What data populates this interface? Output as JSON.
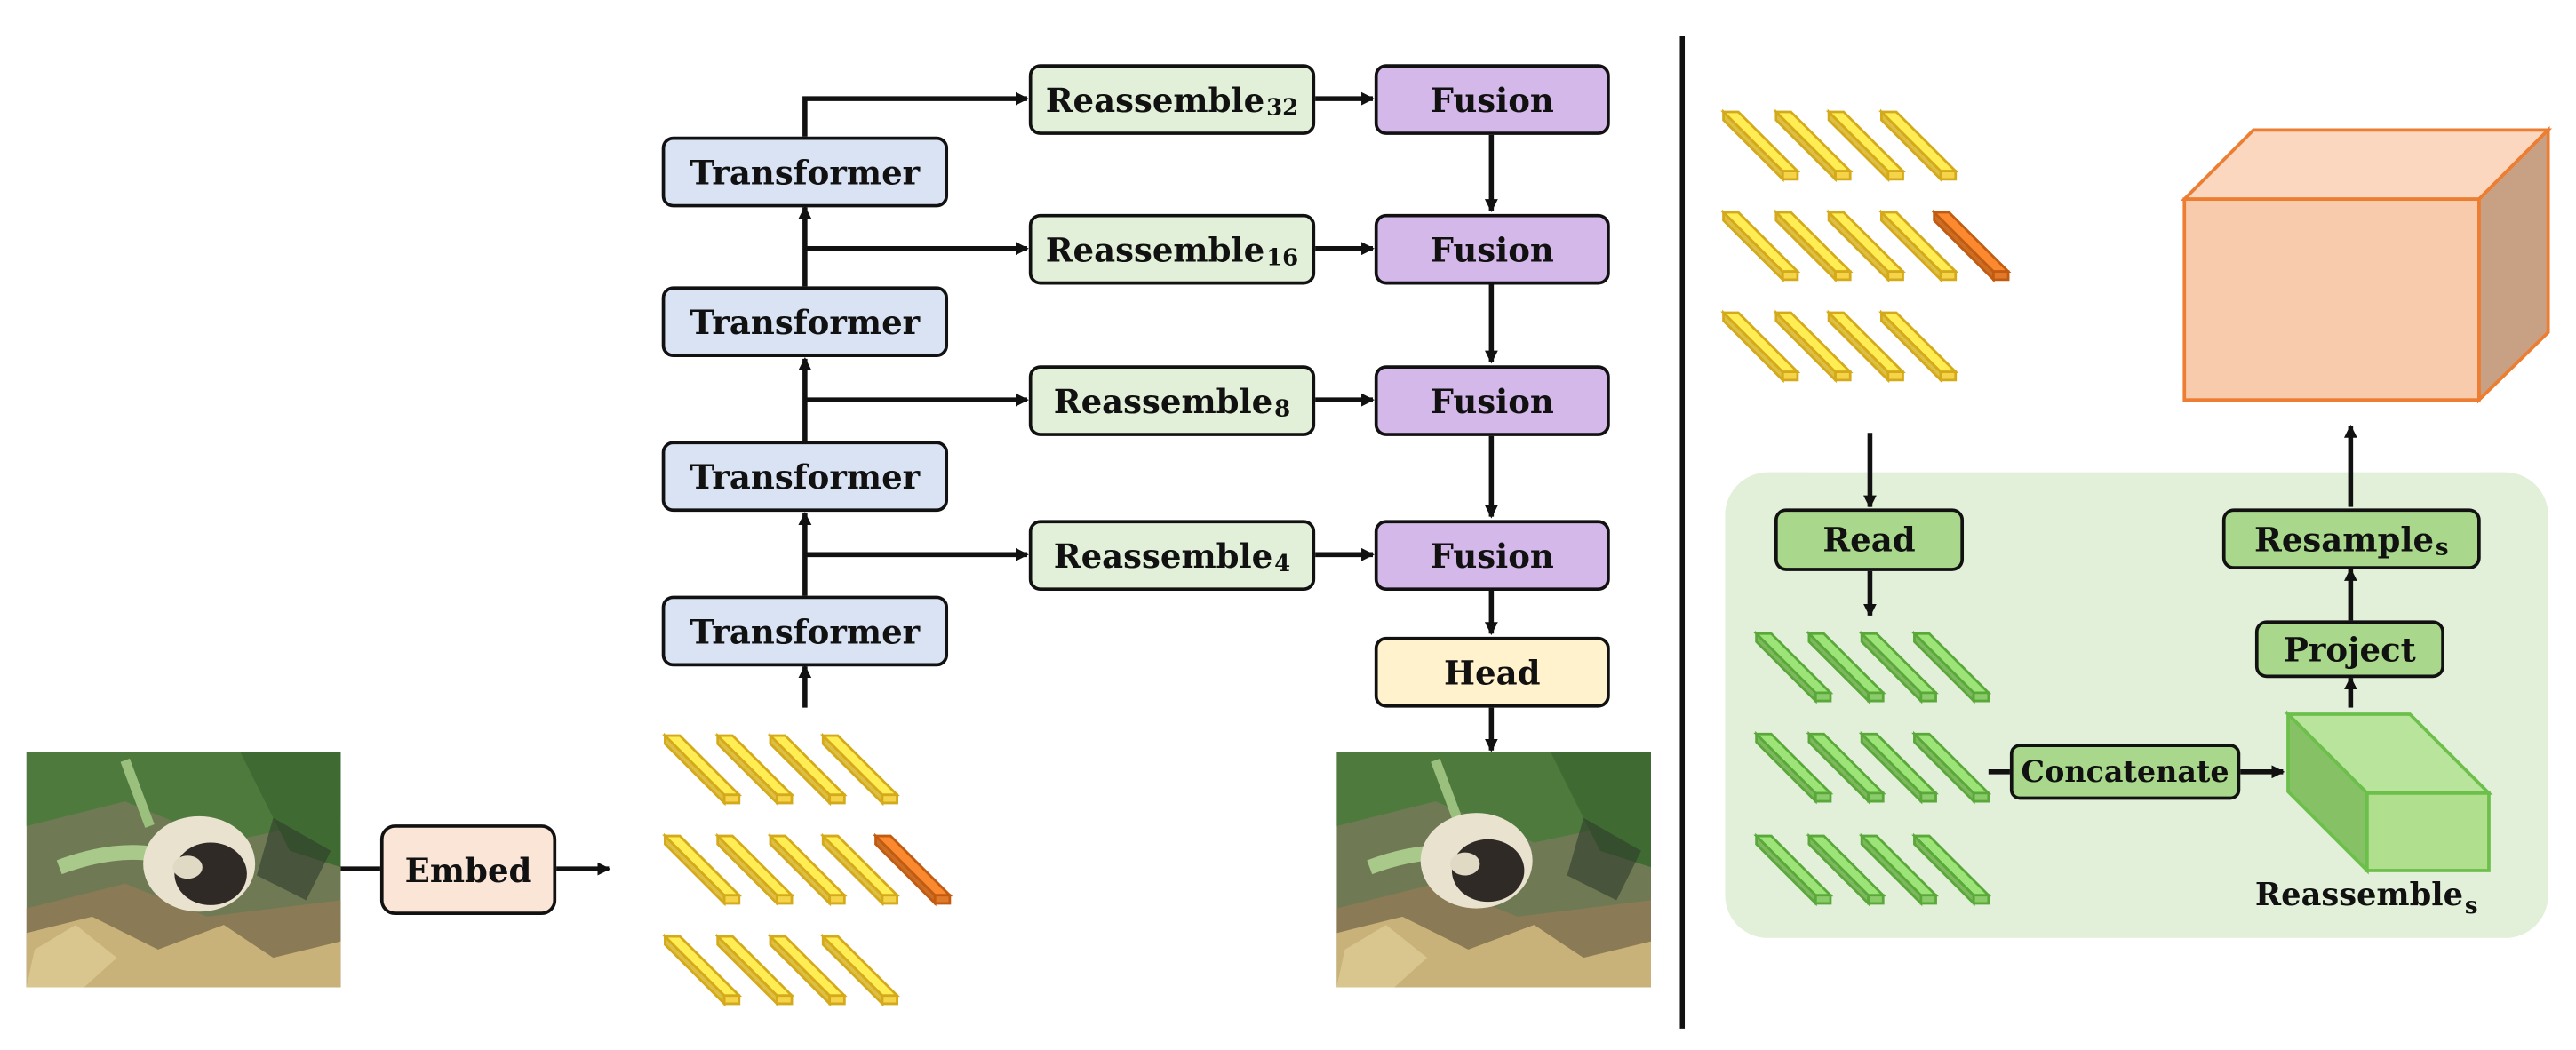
{
  "left_panel": {
    "embed_label": "Embed",
    "transformer_label": "Transformer",
    "reassemble_label": "Reassemble",
    "reassemble_scales": [
      "32",
      "16",
      "8",
      "4"
    ],
    "fusion_label": "Fusion",
    "head_label": "Head"
  },
  "right_panel": {
    "read_label": "Read",
    "concatenate_label": "Concatenate",
    "project_label": "Project",
    "resample_label": "Resample",
    "resample_scale": "s",
    "reassemble_caption": "Reassemble",
    "reassemble_caption_scale": "s"
  },
  "colors": {
    "transformer_fill": "#dae3f4",
    "reassemble_fill": "#e2f0d9",
    "fusion_fill": "#d5b8ea",
    "head_fill": "#fff2cc",
    "embed_fill": "#fbe5d6",
    "token_yellow": "#f5d44a",
    "token_orange": "#e07a2a",
    "token_green": "#8bcc6a",
    "module_green": "#a9d88c",
    "panel_bg": "#e2f0d9",
    "feature_cube": "#f8cbad"
  }
}
